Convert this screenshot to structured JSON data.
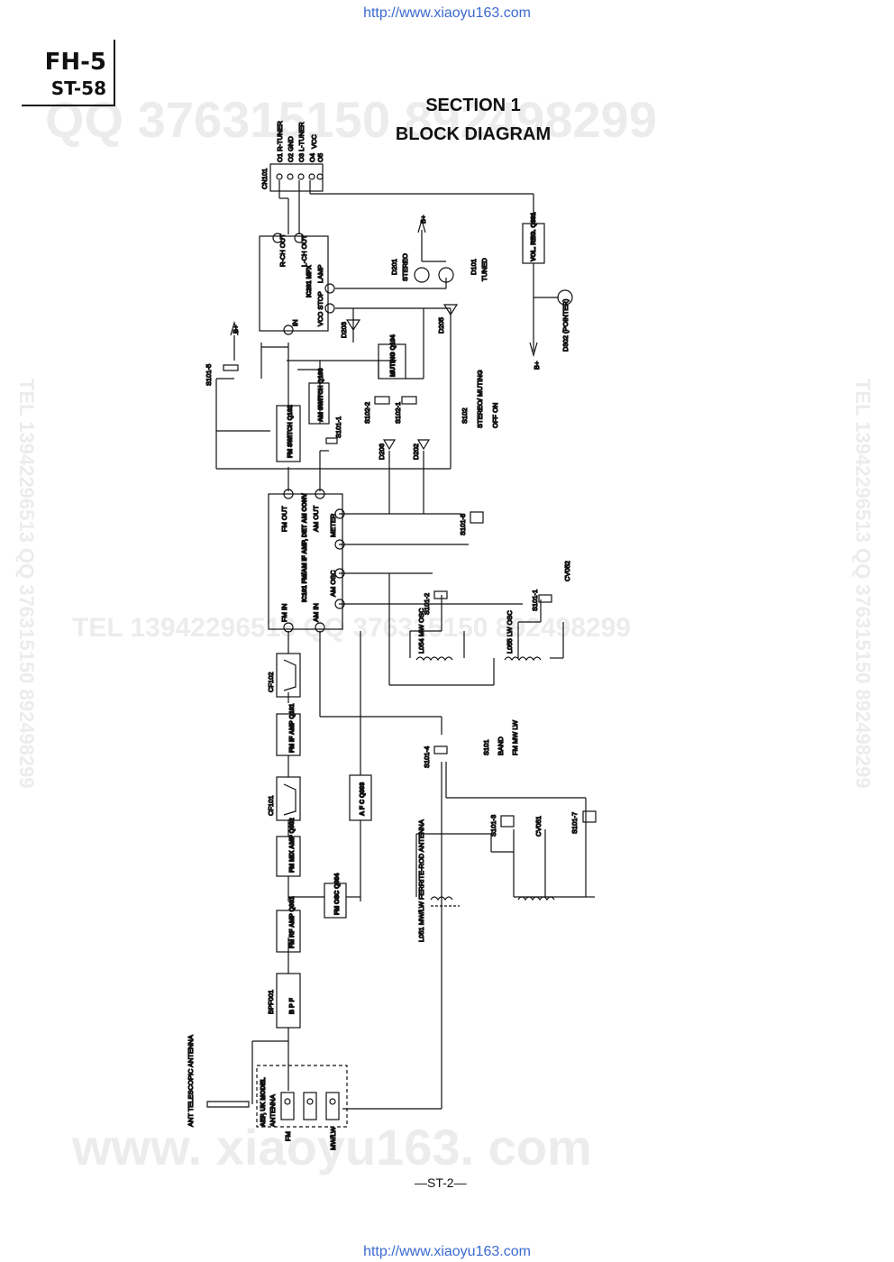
{
  "header": {
    "url_top": "http://www.xiaoyu163.com",
    "url_bottom": "http://www.xiaoyu163.com",
    "model_primary": "FH-5",
    "model_secondary": "ST-58",
    "section": "SECTION 1",
    "title": "BLOCK DIAGRAM"
  },
  "watermarks": {
    "top": "QQ 376315150  892498299",
    "middle": "TEL 13942296513  QQ 376315150  892498299",
    "bottom": "www. xiaoyu163. com",
    "side_left": "TEL 13942296513  QQ 376315150  892498299",
    "side_right": "TEL 13942296513  QQ 376315150  892498299"
  },
  "connector": {
    "name": "CN101",
    "pins": [
      "O1 R-TUNER",
      "O2 GND",
      "O3 L-TUNER",
      "O4",
      "O5"
    ],
    "vcc": "VCC"
  },
  "blocks": {
    "bpf": {
      "ref": "BPF001",
      "label": "B P F"
    },
    "rf_amp": "FM RF AMP Q001",
    "mix_amp": "FM MIX AMP Q002",
    "cf101": "CF101",
    "if_amp": "FM IF AMP Q101",
    "cf102": "CF102",
    "fm_osc": "FM OSC Q004",
    "afc": "A F C Q003",
    "ic101": "IC101 FM/AM IF AMP, DET AM CONV",
    "fm_switch": "FM SWITCH Q102",
    "am_switch": "AM SWITCH Q103",
    "muting": "MUTING Q104",
    "ic201": "IC201 MPX",
    "vol_reg": "VOL. REG. Q301"
  },
  "ic101_pins": [
    "FM IN",
    "AM IN",
    "FM OUT",
    "AM OUT",
    "METER",
    "AM OSC"
  ],
  "ic201_pins": [
    "R-CH OUT",
    "L-CH OUT",
    "IN",
    "VCO STOP",
    "LAMP"
  ],
  "parts": {
    "d201": "D201",
    "d201_tag": "STEREO",
    "d101": "D101",
    "d101_tag": "TUNED",
    "d302": "D302 (POINTER)",
    "d203": "D203",
    "d205": "D205",
    "d206": "D206",
    "d202": "D202",
    "s101_5": "S101-5",
    "s101_1_a": "S101-1",
    "s102_2": "S102-2",
    "s102_1": "S102-1",
    "s102": "S102",
    "s102_tag": "STEREO/ MUTING",
    "s102_pos": "OFF  ON",
    "s101_8": "S101-8",
    "s101_2": "S101-2",
    "s101_1": "S101-1",
    "cv052": "CV052",
    "l054": "L054 MW OSC",
    "l055": "L055 LW OSC",
    "s101": "S101",
    "s101_tag": "BAND",
    "s101_pos": "FM  MW  LW",
    "s101_4": "S101-4",
    "s101_3": "S101-3",
    "cv051": "CV051",
    "s101_7": "S101-7",
    "l051": "L051 MW/LW FERRITE-ROD ANTENNA",
    "b_plus": "B+",
    "ant": "ANT TELESCOPIC ANTENNA",
    "aep": "AEP, UK MODEL",
    "antenna_tag": "ANTENNA",
    "fm": "FM",
    "mwlw": "MW/LW"
  },
  "page_number": "—ST-2—"
}
